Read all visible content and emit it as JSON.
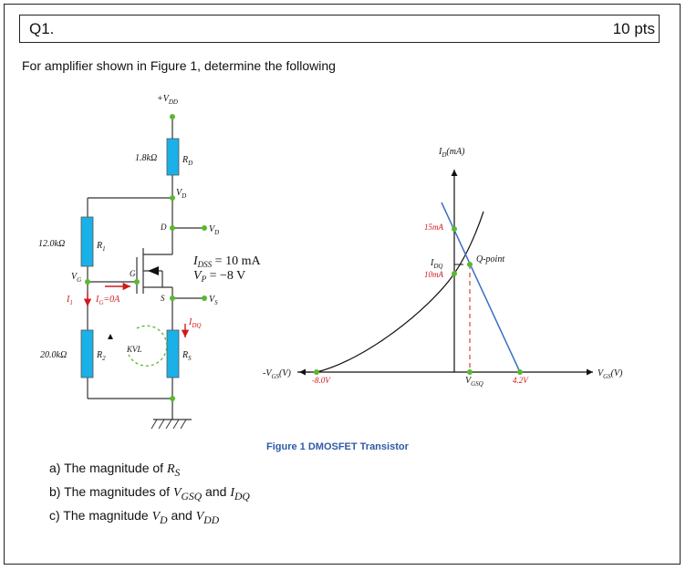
{
  "header": {
    "question": "Q1.",
    "points": "10 pts"
  },
  "intro": "For amplifier shown in Figure 1, determine the following",
  "circuit": {
    "vdd": "+V",
    "vdd_sub": "DD",
    "rd_value": "1.8kΩ",
    "rd_label": "R",
    "rd_sub": "D",
    "vd_label": "V",
    "vd_sub": "D",
    "d_label": "D",
    "d_out": "V",
    "d_out_sub": "D",
    "r1_value": "12.0kΩ",
    "r1_label": "R",
    "r1_sub": "1",
    "vg_label": "V",
    "vg_sub": "G",
    "g_label": "G",
    "i1_label": "I",
    "i1_sub": "1",
    "ig_label": "I",
    "ig_sub": "G",
    "ig_val": "=0A",
    "s_label": "S",
    "s_out": "V",
    "s_out_sub": "S",
    "idq_label": "I",
    "idq_sub": "DQ",
    "r2_value": "20.0kΩ",
    "r2_label": "R",
    "r2_sub": "2",
    "kvl": "KVL",
    "rs_label": "R",
    "rs_sub": "S",
    "idss_eq": "I",
    "idss_sub": "DSS",
    "idss_val": " = 10 mA",
    "vp_eq": "V",
    "vp_sub": "P",
    "vp_val": " = −8 V"
  },
  "graph": {
    "id_axis": "I",
    "id_axis_sub": "D",
    "id_axis_unit": "(mA)",
    "i15": "15mA",
    "idq_label": "I",
    "idq_sub": "DQ",
    "i10": "10mA",
    "qpoint": "Q-point",
    "neg_vgs": "-V",
    "neg_vgs_sub": "GS",
    "neg_vgs_unit": "(V)",
    "vneg8": "-8.0V",
    "vgsq": "V",
    "vgsq_sub": "GSQ",
    "v42": "4.2V",
    "vgs_axis": "V",
    "vgs_axis_sub": "GS",
    "vgs_axis_unit": "(V)"
  },
  "caption": "Figure 1 DMOSFET Transistor",
  "questions": [
    {
      "prefix": "a)  The magnitude of ",
      "math": "R",
      "sub": "S"
    },
    {
      "prefix": "b)  The magnitudes of ",
      "math": "V",
      "sub": "GSQ",
      "mid": " and ",
      "math2": "I",
      "sub2": "DQ"
    },
    {
      "prefix": "c)  The magnitude ",
      "math": "V",
      "sub": "D",
      "mid": " and ",
      "math2": "V",
      "sub2": "DD"
    }
  ],
  "colors": {
    "resistor": "#1ab0e8",
    "node": "#5ab82e",
    "current": "#d01a1a",
    "load_line": "#3a6fc6",
    "caption": "#2e5aa8"
  }
}
